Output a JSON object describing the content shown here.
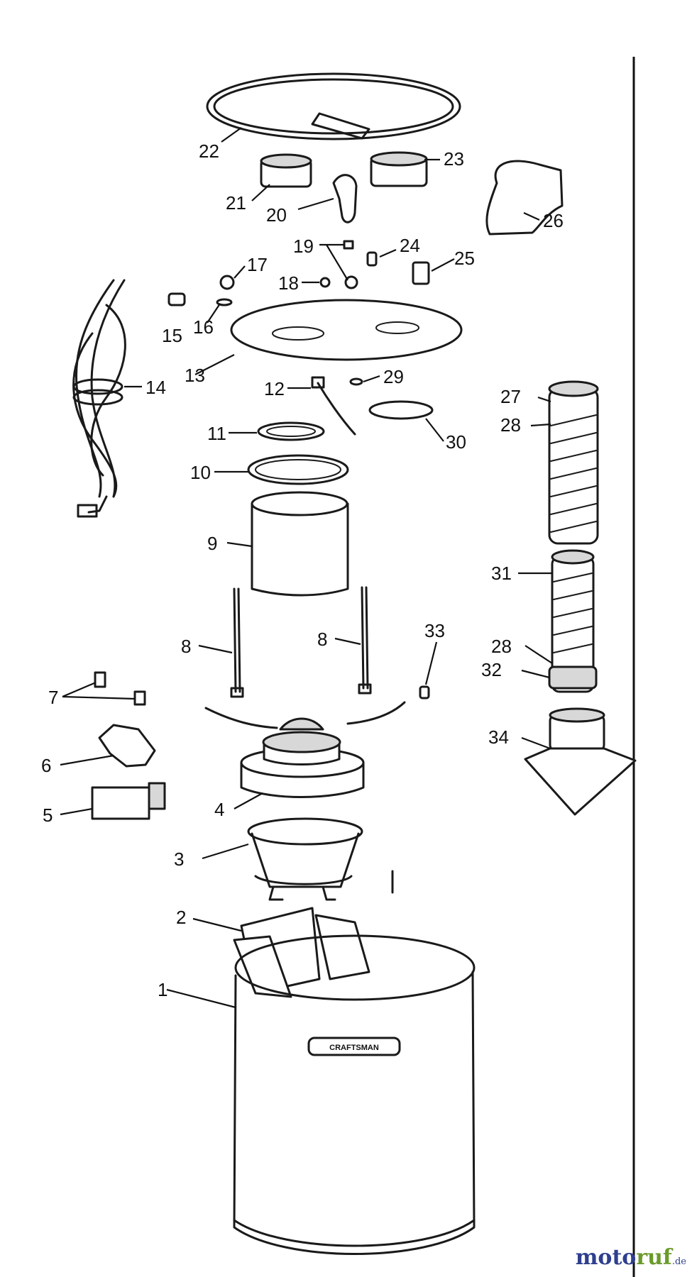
{
  "labels": [
    "1",
    "2",
    "3",
    "4",
    "5",
    "6",
    "7",
    "8",
    "8",
    "9",
    "10",
    "11",
    "12",
    "13",
    "14",
    "15",
    "16",
    "17",
    "18",
    "19",
    "20",
    "21",
    "22",
    "23",
    "24",
    "25",
    "26",
    "27",
    "28",
    "28",
    "29",
    "30",
    "31",
    "32",
    "33",
    "34"
  ],
  "watermark": {
    "part1": "moto",
    "part2": "ruf",
    "suffix": ".de"
  }
}
